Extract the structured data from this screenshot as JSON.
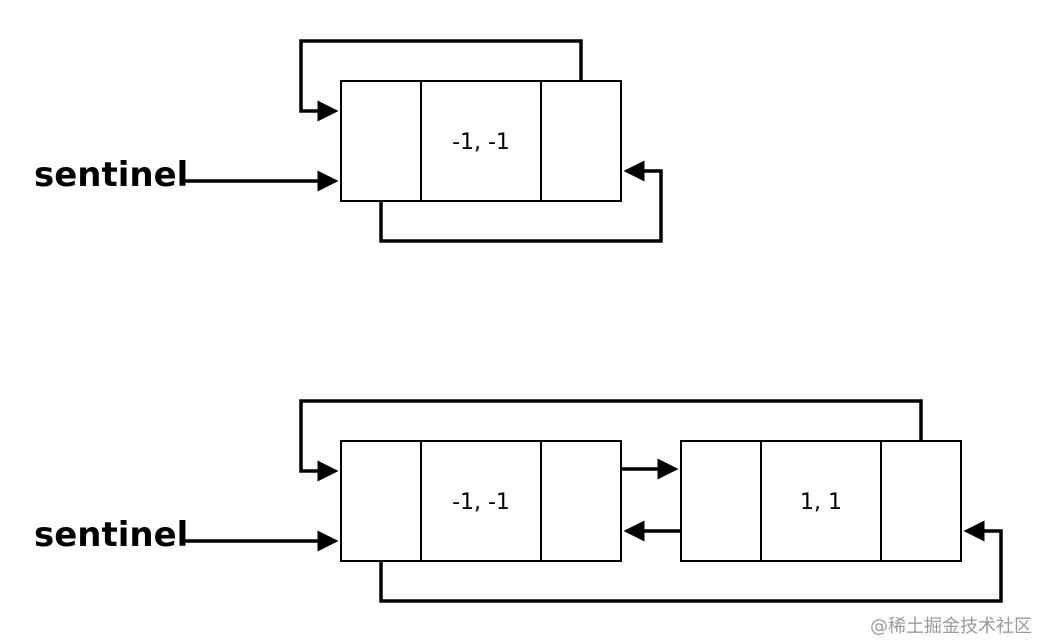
{
  "diagram_top": {
    "label": "sentinel",
    "nodes": [
      {
        "value": "-1, -1"
      }
    ]
  },
  "diagram_bottom": {
    "label": "sentinel",
    "nodes": [
      {
        "value": "-1, -1"
      },
      {
        "value": "1, 1"
      }
    ]
  },
  "watermark": "@稀土掘金技术社区",
  "colors": {
    "line": "#000000",
    "background": "#ffffff",
    "watermark": "#9a9a9a"
  }
}
